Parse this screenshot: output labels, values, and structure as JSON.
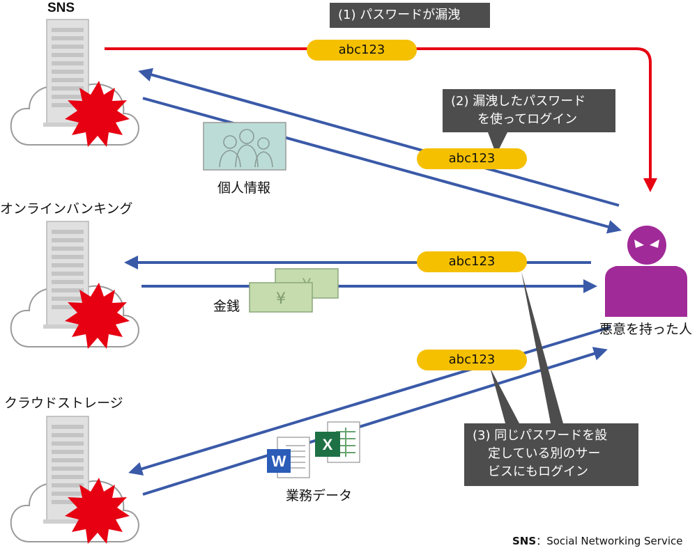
{
  "services": {
    "sns": "SNS",
    "banking": "オンラインバンキング",
    "storage": "クラウドストレージ"
  },
  "attacker_label": "悪意を持った人",
  "password": "abc123",
  "steps": {
    "s1": "(1) パスワードが漏洩",
    "s2_line1": "(2) 漏洩したパスワード",
    "s2_line2": "を使ってログイン",
    "s3_line1": "(3) 同じパスワードを設",
    "s3_line2": "定している別のサー",
    "s3_line3": "ビスにもログイン"
  },
  "stolen": {
    "personal_info": "個人情報",
    "money": "金銭",
    "business_data": "業務データ",
    "yen_symbol": "¥",
    "word_letter": "W",
    "excel_letter": "X"
  },
  "footnote": {
    "abbr": "SNS",
    "sep": "：",
    "full": "Social Networking Service"
  },
  "colors": {
    "red_arrow": "#e60012",
    "blue_arrow": "#3a5aa8",
    "pill": "#f5c000",
    "callout": "#4d4d4d",
    "burst": "#e60012",
    "attacker": "#a02a98",
    "money": "#c6dcae",
    "photo": "#bcddd7"
  }
}
